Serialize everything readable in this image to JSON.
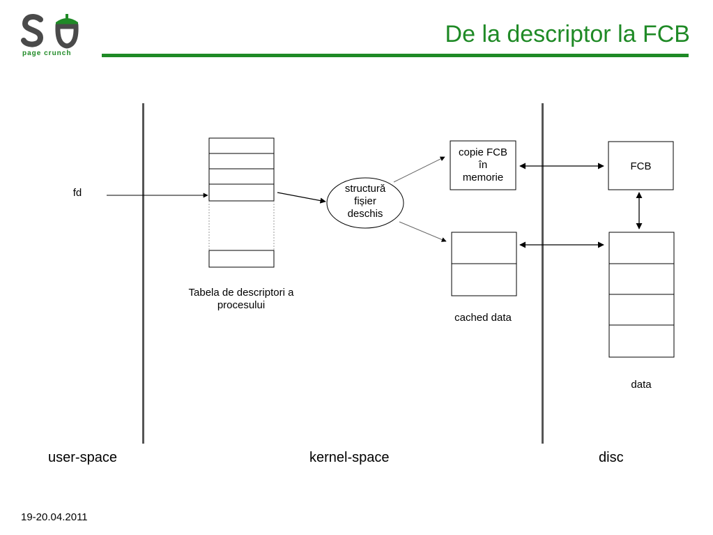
{
  "slide": {
    "title": "De la descriptor la FCB",
    "logo_text": "page crunch",
    "footer_date": "19-20.04.2011"
  },
  "colors": {
    "accent": "#1f8a26",
    "logo_gray": "#4a4a4a",
    "divider": "#555555"
  },
  "diagram": {
    "fd_label": "fd",
    "descriptor_table_caption": "Tabela de descriptori a procesului",
    "open_file_structure": [
      "structură",
      "fișier",
      "deschis"
    ],
    "fcb_copy": [
      "copie FCB",
      "în",
      "memorie"
    ],
    "fcb_label": "FCB",
    "cached_data_label": "cached data",
    "data_label": "data",
    "regions": {
      "user": "user-space",
      "kernel": "kernel-space",
      "disc": "disc"
    }
  }
}
